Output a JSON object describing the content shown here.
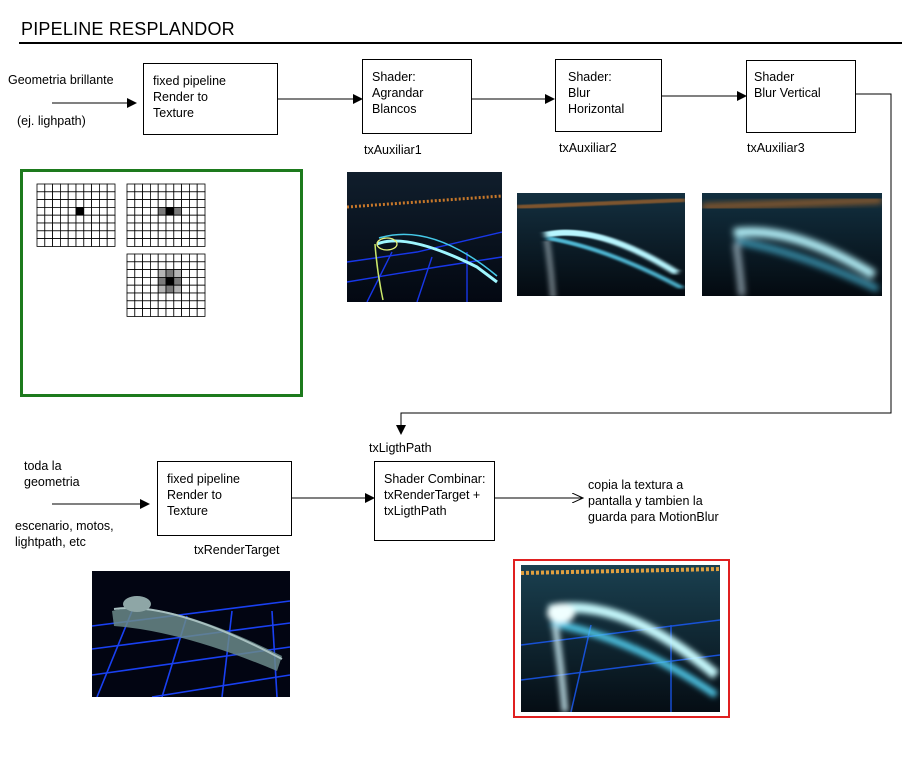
{
  "title": "PIPELINE RESPLANDOR",
  "colors": {
    "kernel_panel_border": "#1d7a1d",
    "result_frame_border": "#e02020",
    "glow": "#7fe8ff",
    "grid_blue": "#1a5cff"
  },
  "top_row": {
    "input_label": "Geometria brillante",
    "input_note": "(ej. lighpath)",
    "boxes": [
      {
        "text": "fixed pipeline\nRender to\nTexture"
      },
      {
        "text": "Shader:\nAgrandar\nBlancos",
        "output": "txAuxiliar1"
      },
      {
        "text": "Shader:\nBlur\nHorizontal",
        "output": "txAuxiliar2"
      },
      {
        "text": "Shader\nBlur Vertical",
        "output": "txAuxiliar3"
      }
    ]
  },
  "kernel_panel": {
    "grids": [
      {
        "kind": "single",
        "levels": [
          [
            0,
            0,
            0
          ],
          [
            0,
            1,
            0
          ],
          [
            0,
            0,
            0
          ]
        ]
      },
      {
        "kind": "horizontal",
        "levels": [
          [
            0,
            0,
            0
          ],
          [
            0.6,
            1,
            0.6
          ],
          [
            0,
            0,
            0
          ]
        ]
      },
      {
        "kind": "vertical",
        "levels": [
          [
            0.35,
            0.6,
            0.35
          ],
          [
            0.6,
            1,
            0.6
          ],
          [
            0.35,
            0.6,
            0.35
          ]
        ]
      }
    ]
  },
  "bottom_row": {
    "combined_input_label": "txLigthPath",
    "input_label": "toda la\ngeometria",
    "input_note": "escenario, motos,\nlightpath, etc",
    "render_box": {
      "text": "fixed pipeline\nRender to\nTexture",
      "output": "txRenderTarget"
    },
    "combine_box": {
      "text": "Shader Combinar:\ntxRenderTarget +\ntxLigthPath"
    },
    "result_note": "copia la textura a\npantalla y tambien la\nguarda para MotionBlur"
  }
}
